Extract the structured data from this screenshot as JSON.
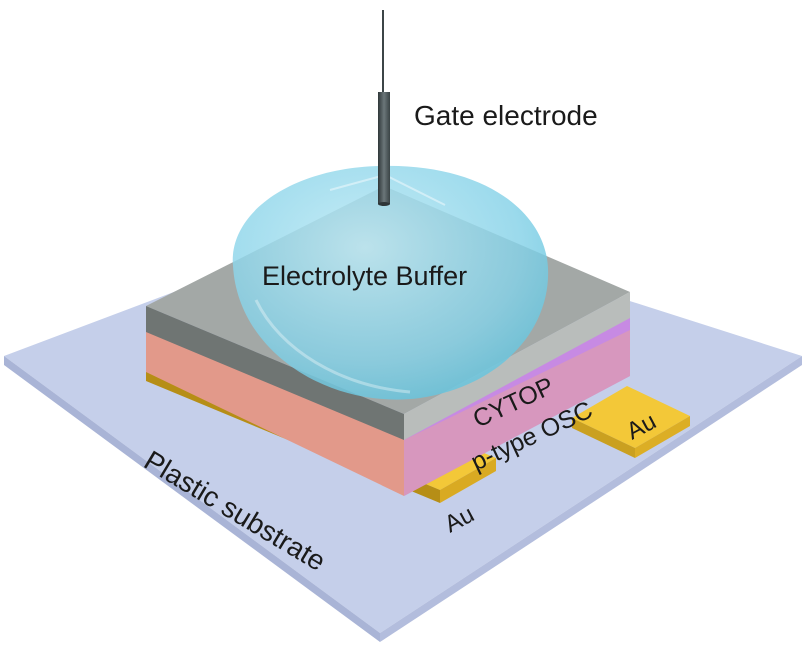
{
  "labels": {
    "gate": "Gate electrode",
    "electrolyte": "Electrolyte Buffer",
    "cytop": "CYTOP",
    "osc": "p-type OSC",
    "au_left": "Au",
    "au_right": "Au",
    "substrate": "Plastic substrate"
  },
  "colors": {
    "substrate": "#c3cde9",
    "cytop_top": "#a3a8a6",
    "osc": "#c98ae6",
    "dielectric": "#e49a8a",
    "au": "#e8b92a",
    "electrolyte": "#7fd0e6",
    "gate_rod": "#4a5558"
  }
}
